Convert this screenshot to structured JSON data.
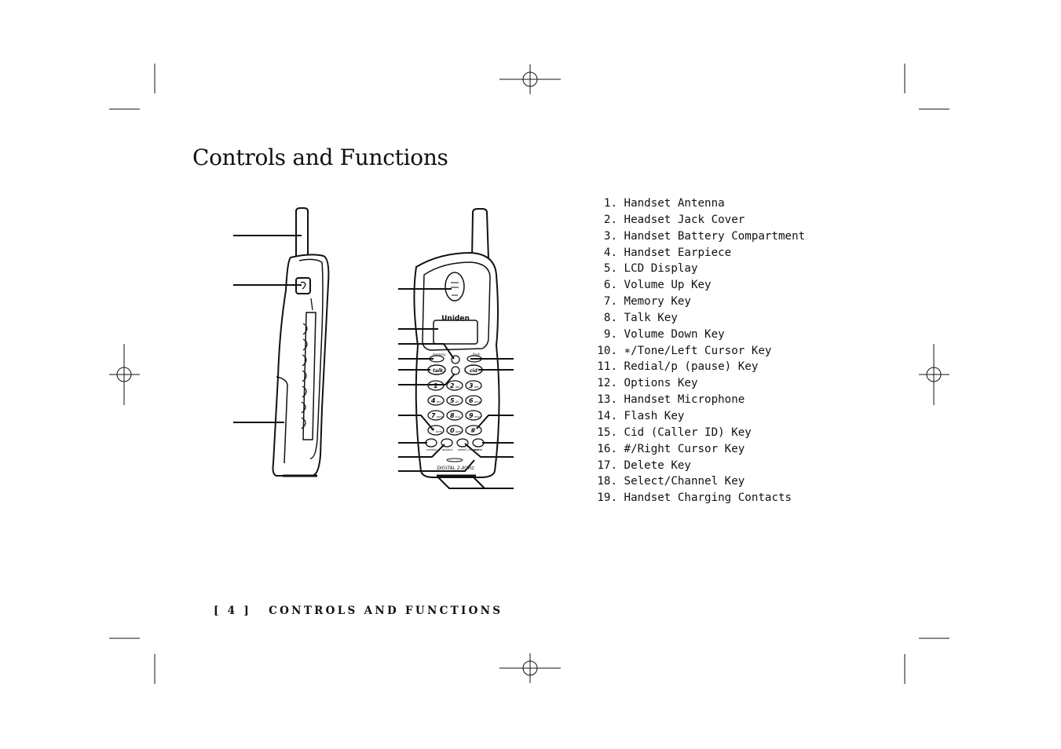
{
  "page": {
    "title": "Controls and Functions",
    "footer": {
      "page_number": "[ 4 ]",
      "section": "CONTROLS AND FUNCTIONS"
    }
  },
  "parts": [
    {
      "num": "1.",
      "label": "Handset Antenna"
    },
    {
      "num": "2.",
      "label": "Headset Jack Cover"
    },
    {
      "num": "3.",
      "label": "Handset Battery Compartment"
    },
    {
      "num": "4.",
      "label": "Handset Earpiece"
    },
    {
      "num": "5.",
      "label": "LCD Display"
    },
    {
      "num": "6.",
      "label": "Volume Up Key"
    },
    {
      "num": "7.",
      "label": "Memory Key"
    },
    {
      "num": "8.",
      "label": "Talk Key"
    },
    {
      "num": "9.",
      "label": "Volume Down Key"
    },
    {
      "num": "10.",
      "label": "∗/Tone/Left Cursor Key"
    },
    {
      "num": "11.",
      "label": "Redial/p (pause) Key"
    },
    {
      "num": "12.",
      "label": "Options Key"
    },
    {
      "num": "13.",
      "label": "Handset Microphone"
    },
    {
      "num": "14.",
      "label": "Flash Key"
    },
    {
      "num": "15.",
      "label": "Cid (Caller ID) Key"
    },
    {
      "num": "16.",
      "label": "#/Right Cursor Key"
    },
    {
      "num": "17.",
      "label": "Delete Key"
    },
    {
      "num": "18.",
      "label": "Select/Channel Key"
    },
    {
      "num": "19.",
      "label": "Handset Charging Contacts"
    }
  ],
  "phone_front": {
    "brand": "Uniden",
    "band_label": "DIGITAL 2.4GHz",
    "soft_key_labels": {
      "memory": "memory",
      "flash": "flash",
      "talk": "talk",
      "cid": "cid",
      "redial": "redial/p",
      "options": "options",
      "select": "select/ channel",
      "delete": "delete"
    },
    "keypad": [
      "1",
      "2",
      "3",
      "4",
      "5",
      "6",
      "7",
      "8",
      "9",
      "*",
      "0",
      "#"
    ],
    "keypad_letters": [
      "",
      "abc",
      "def",
      "ghi",
      "jkl",
      "mno",
      "pqrs",
      "tuv",
      "wxyz",
      "tone",
      "oper",
      ""
    ]
  },
  "colors": {
    "ink": "#111111",
    "paper": "#ffffff"
  }
}
